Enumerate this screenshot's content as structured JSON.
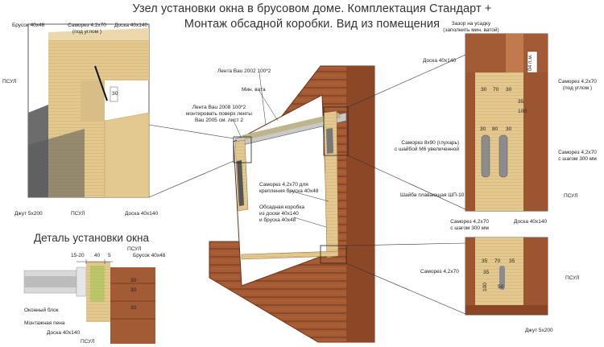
{
  "title": {
    "line1": "Узел установки окна в брусовом доме. Комплектация Стандарт +",
    "line2": "Монтаж обсадной коробки. Вид из помещения"
  },
  "detail_title": "Деталь установки окна",
  "left_panel": {
    "brusok": "Брусок 40х48",
    "samorez_l1": "Саморез 4,2х70",
    "samorez_l2": "(под углом )",
    "doska_top": "Доска 40х140",
    "psul": "ПСУЛ",
    "jut": "Джут 5х200",
    "psul_bottom": "ПСУЛ",
    "doska_bottom": "Доска 40х140",
    "dim30": "30"
  },
  "center": {
    "lenta2002": "Лента Вau 2002  100*2",
    "min_vata": "Мин. вата",
    "lenta2008_l1": "Лента Вau 2008  100*2",
    "lenta2008_l2": "монтировать поверх ленты",
    "lenta2008_l3": "Вau 2005 см. лист 2",
    "samorez_l1": "Саморез 4,2х70 для",
    "samorez_l2": "крепления бруска 40х48",
    "obsad_l1": "Обсадная коробка",
    "obsad_l2": "из доски 40х140",
    "obsad_l3": "и бруска 40х48"
  },
  "right_top": {
    "zazor_l1": "Зазор на усадку",
    "zazor_l2": "(заполнить мин. ватой)",
    "doska": "Доска 40х140",
    "samorez_r1": "Саморез 4,2х70",
    "samorez_r2": "(под углом )",
    "samorez_glukhar_l1": "Саморез 8х90 (глухарь)",
    "samorez_glukhar_l2": "с шайбой М6 увеличенной",
    "samorez_shag_l1": "Саморез 4,2х70",
    "samorez_shag_l2": "с шагом 300 мм",
    "shaiba": "Шайба плавающая ШП-10",
    "psul": "ПСУЛ",
    "dim_vert": "04 п.м.",
    "d30a": "30",
    "d70a": "70",
    "d30b": "30",
    "d35": "35",
    "d100": "100",
    "d30c": "30",
    "d80": "80",
    "d30d": "30"
  },
  "right_bottom": {
    "samorez_shag_l1": "Саморез 4,2х70",
    "samorez_shag_l2": "с шагом 300 мм",
    "doska": "Доска 40х140",
    "samorez": "Саморез 4,2х70",
    "psul": "ПСУЛ",
    "jut": "Джут 5х200",
    "d35a": "35",
    "d70": "70",
    "d35b": "35",
    "d35c": "35",
    "d100": "100",
    "d50": "50"
  },
  "detail": {
    "dim_1520": "15-20",
    "dim_40": "40",
    "dim_5": "5",
    "psul_top": "ПСУЛ",
    "brusok": "Брусок 40х48",
    "okonny_blok": "Оконный блок",
    "montazh_pena": "Монтажная пена",
    "doska": "Доска 40х140",
    "psul": "ПСУЛ",
    "d30a": "30",
    "d30b": "30",
    "d30c": "30"
  },
  "colors": {
    "wood_light": "#e6cc97",
    "wood_mid": "#d2b27a",
    "log_brown": "#a0522d",
    "log_dark": "#7a3d22",
    "felt_gray": "#6e6e6e",
    "blue_dim": "#2f4fbf"
  }
}
